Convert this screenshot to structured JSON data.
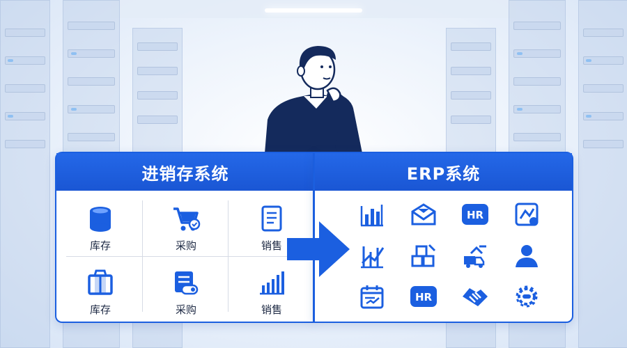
{
  "left_panel": {
    "title": "进销存系统",
    "items": [
      {
        "label": "库存",
        "icon": "storage-drum-icon"
      },
      {
        "label": "采购",
        "icon": "shopping-cart-icon"
      },
      {
        "label": "销售",
        "icon": "document-list-icon"
      },
      {
        "label": "库存",
        "icon": "package-box-icon"
      },
      {
        "label": "采购",
        "icon": "invoice-icon"
      },
      {
        "label": "销售",
        "icon": "bar-chart-icon"
      }
    ]
  },
  "right_panel": {
    "title": "ERP系统",
    "icons": [
      "analytics-chart-icon",
      "mail-envelope-icon",
      "hr-badge-icon",
      "approval-document-icon",
      "growth-chart-icon",
      "inventory-boxes-icon",
      "logistics-icon",
      "user-icon",
      "calendar-task-icon",
      "hr-badge-icon",
      "handshake-icon",
      "settings-gear-icon"
    ],
    "hr_label": "HR"
  },
  "colors": {
    "primary": "#1b5fe0",
    "header_blue": "#2468e8",
    "navy": "#142a5c",
    "text": "#1e2a44"
  }
}
